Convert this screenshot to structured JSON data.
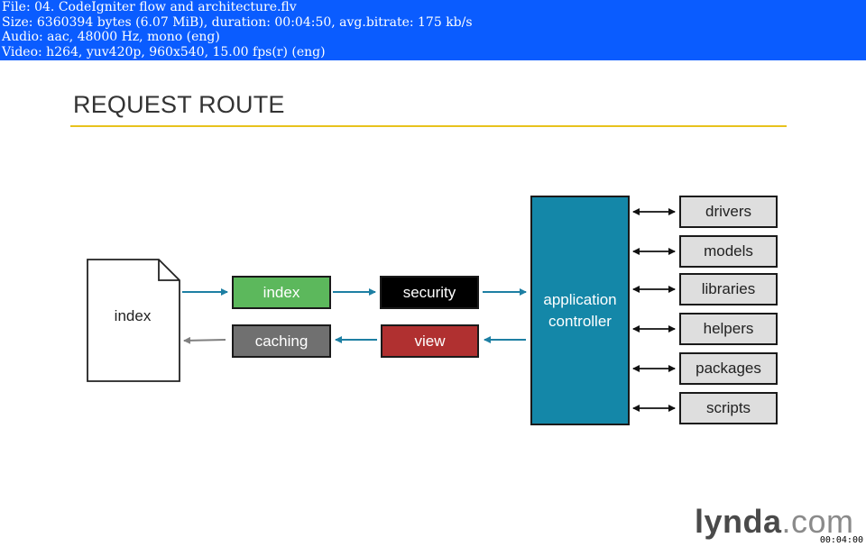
{
  "file_info": {
    "line1": "File: 04. CodeIgniter flow and architecture.flv",
    "line2": "Size: 6360394 bytes (6.07 MiB), duration: 00:04:50, avg.bitrate: 175 kb/s",
    "line3": "Audio: aac, 48000 Hz, mono (eng)",
    "line4": "Video: h264, yuv420p, 960x540, 15.00 fps(r) (eng)"
  },
  "slide": {
    "title": "REQUEST ROUTE"
  },
  "diagram": {
    "document_label": "index",
    "flow": {
      "index": "index",
      "security": "security",
      "caching": "caching",
      "view": "view"
    },
    "controller": {
      "line1": "application",
      "line2": "controller"
    },
    "components": [
      "drivers",
      "models",
      "libraries",
      "helpers",
      "packages",
      "scripts"
    ]
  },
  "colors": {
    "banner": "#0a5cff",
    "title_rule": "#e8c21d",
    "index_box": "#5cb85c",
    "security_box": "#000000",
    "caching_box": "#707070",
    "view_box": "#b03030",
    "controller_box": "#1487a8",
    "component_box": "#dedede",
    "flow_arrow": "#1d7fa3"
  },
  "logo": {
    "brand": "lynda",
    "suffix": ".com"
  },
  "timestamp": "00:04:00"
}
